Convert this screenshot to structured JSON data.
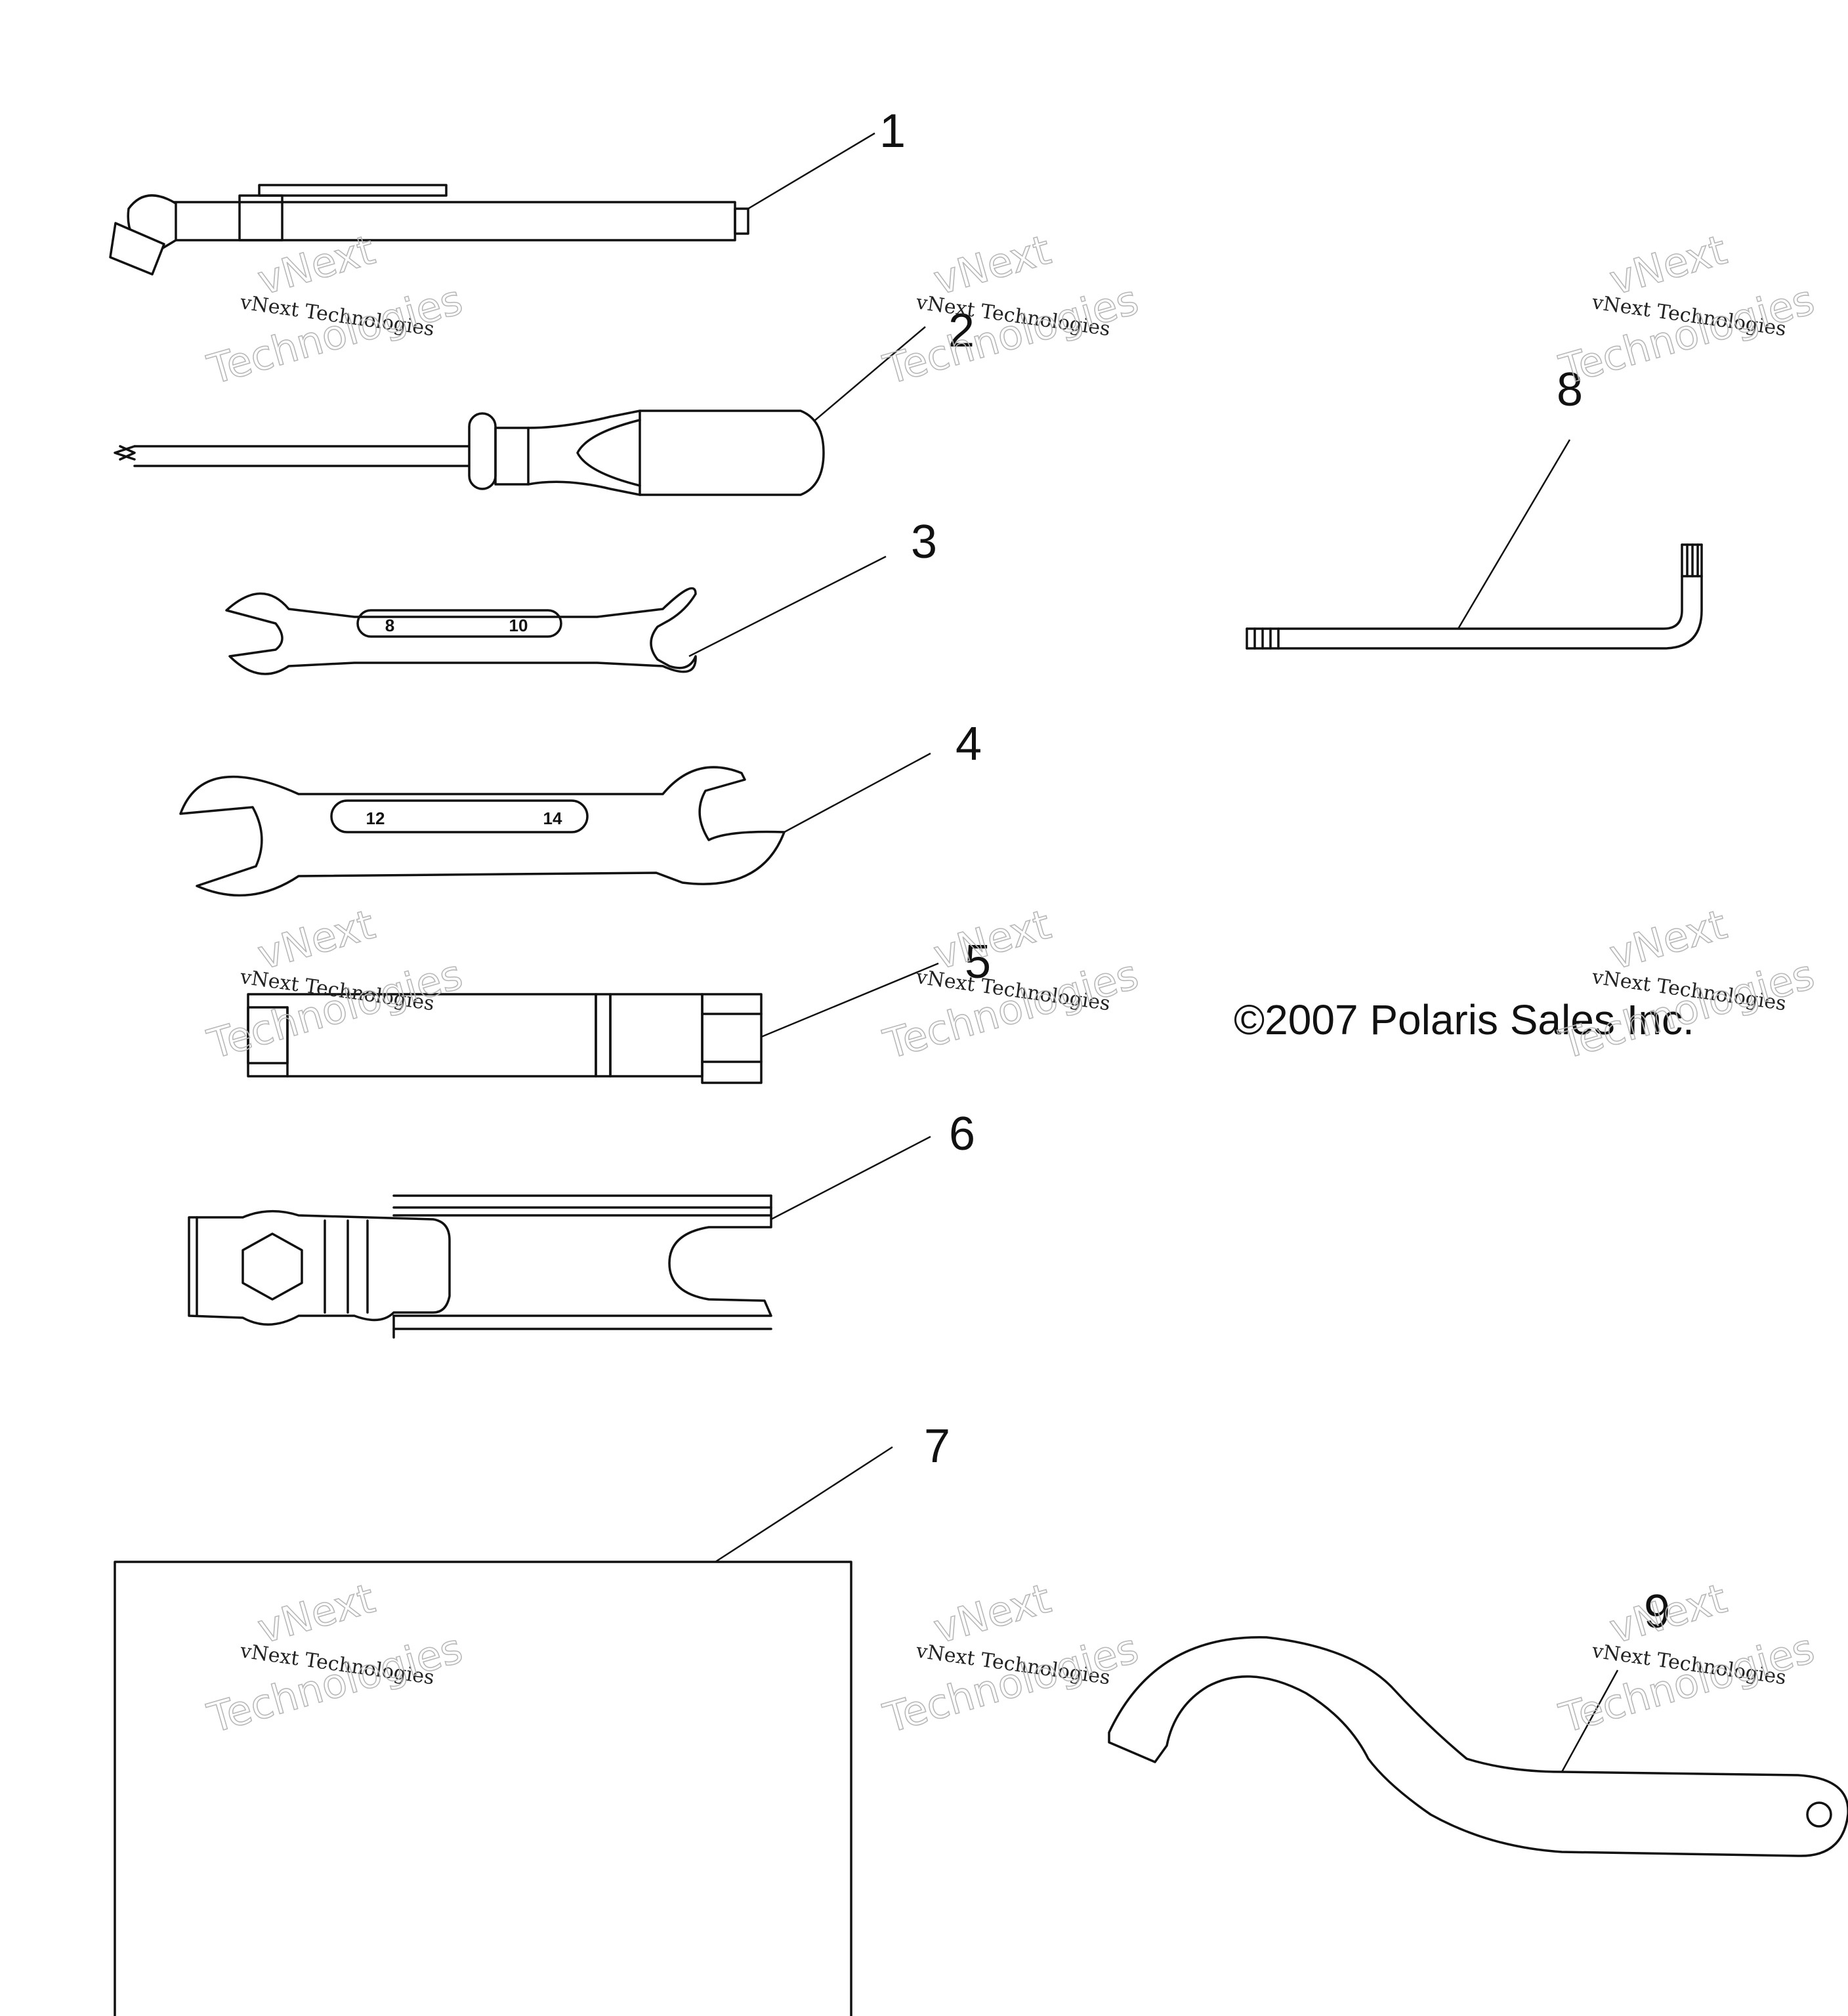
{
  "callouts": [
    {
      "id": "1",
      "label": "1"
    },
    {
      "id": "2",
      "label": "2"
    },
    {
      "id": "3",
      "label": "3"
    },
    {
      "id": "4",
      "label": "4"
    },
    {
      "id": "5",
      "label": "5"
    },
    {
      "id": "6",
      "label": "6"
    },
    {
      "id": "7",
      "label": "7"
    },
    {
      "id": "8",
      "label": "8"
    },
    {
      "id": "9",
      "label": "9"
    }
  ],
  "wrench_small": {
    "left_size": "8",
    "right_size": "10"
  },
  "wrench_large": {
    "left_size": "12",
    "right_size": "14"
  },
  "copyright": "©2007 Polaris Sales Inc.",
  "watermark": {
    "line1": "vNext Technologies",
    "big1": "vNext",
    "big2": "Technologies"
  },
  "colors": {
    "line": "#111111",
    "background": "#ffffff",
    "watermark": "#b8b8b8"
  }
}
